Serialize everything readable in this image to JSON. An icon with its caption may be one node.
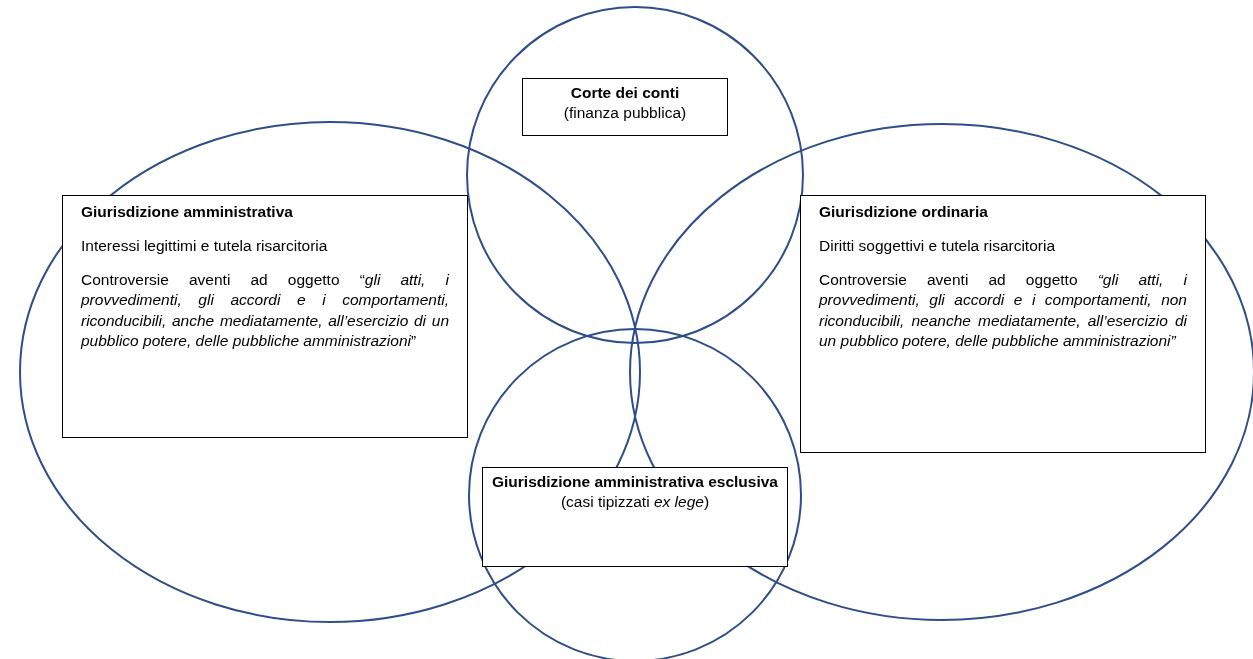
{
  "diagram": {
    "nodes": [
      {
        "text": [
          "Corte dei conti",
          "(finanza pubblica)"
        ]
      },
      {
        "text": [
          "Giurisdizione amministrativa",
          "Interessi legittimi e tutela risarcitoria",
          "Controversie aventi ad oggetto “*gli atti, i provvedimenti, gli accordi e i comportamenti, riconducibili, anche mediatamente, all’esercizio di un pubblico potere, delle pubbliche amministrazioni*”"
        ]
      },
      {
        "text": [
          "Giurisdizione ordinaria",
          "Diritti soggettivi e tutela risarcitoria",
          "Controversie aventi ad oggetto *“gli atti, i provvedimenti, gli accordi e i comportamenti, non riconducibili, neanche mediatamente, all’esercizio di un pubblico potere, delle pubbliche amministrazioni”*"
        ]
      },
      {
        "text": [
          "Giurisdizione amministrativa esclusiva",
          "(casi tipizzati *ex lege*)"
        ]
      }
    ],
    "edges": []
  }
}
